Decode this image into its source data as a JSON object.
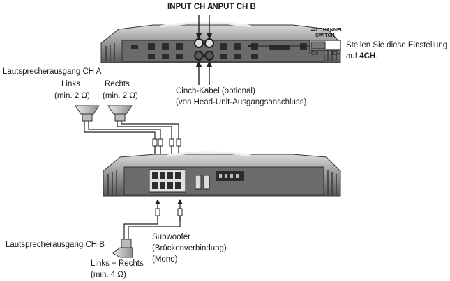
{
  "labels": {
    "input_ch_a": "INPUT CH A",
    "input_ch_b": "INPUT CH B",
    "switch_title_line1": "4/2 CHANNEL",
    "switch_title_line2": "SWITCH",
    "switch_opt_4ch": "4CH",
    "switch_opt_2ch": "2CH",
    "setting_note_line1": "Stellen Sie diese Einstellung",
    "setting_note_prefix": "auf ",
    "setting_note_value": "4CH",
    "setting_note_suffix": ".",
    "speaker_out_a": "Lautsprecherausgang CH A",
    "links": "Links",
    "rechts": "Rechts",
    "min_2_left": "(min. 2 Ω)",
    "min_2_right": "(min. 2 Ω)",
    "cinch_line1": "Cinch-Kabel (optional)",
    "cinch_line2": "(von Head-Unit-Ausgangsanschluss)",
    "speaker_out_b": "Lautsprecherausgang CH B",
    "subwoofer_line1": "Subwoofer",
    "subwoofer_line2": "(Brückenverbindung)",
    "subwoofer_line3": "(Mono)",
    "links_rechts": "Links + Rechts",
    "min_4": "(min. 4 Ω)"
  },
  "colors": {
    "amp_body": "#8c8c8c",
    "amp_dark": "#4a4a4a",
    "amp_light": "#cfcfcf",
    "speaker": "#bdbdbd",
    "line": "#222222"
  }
}
